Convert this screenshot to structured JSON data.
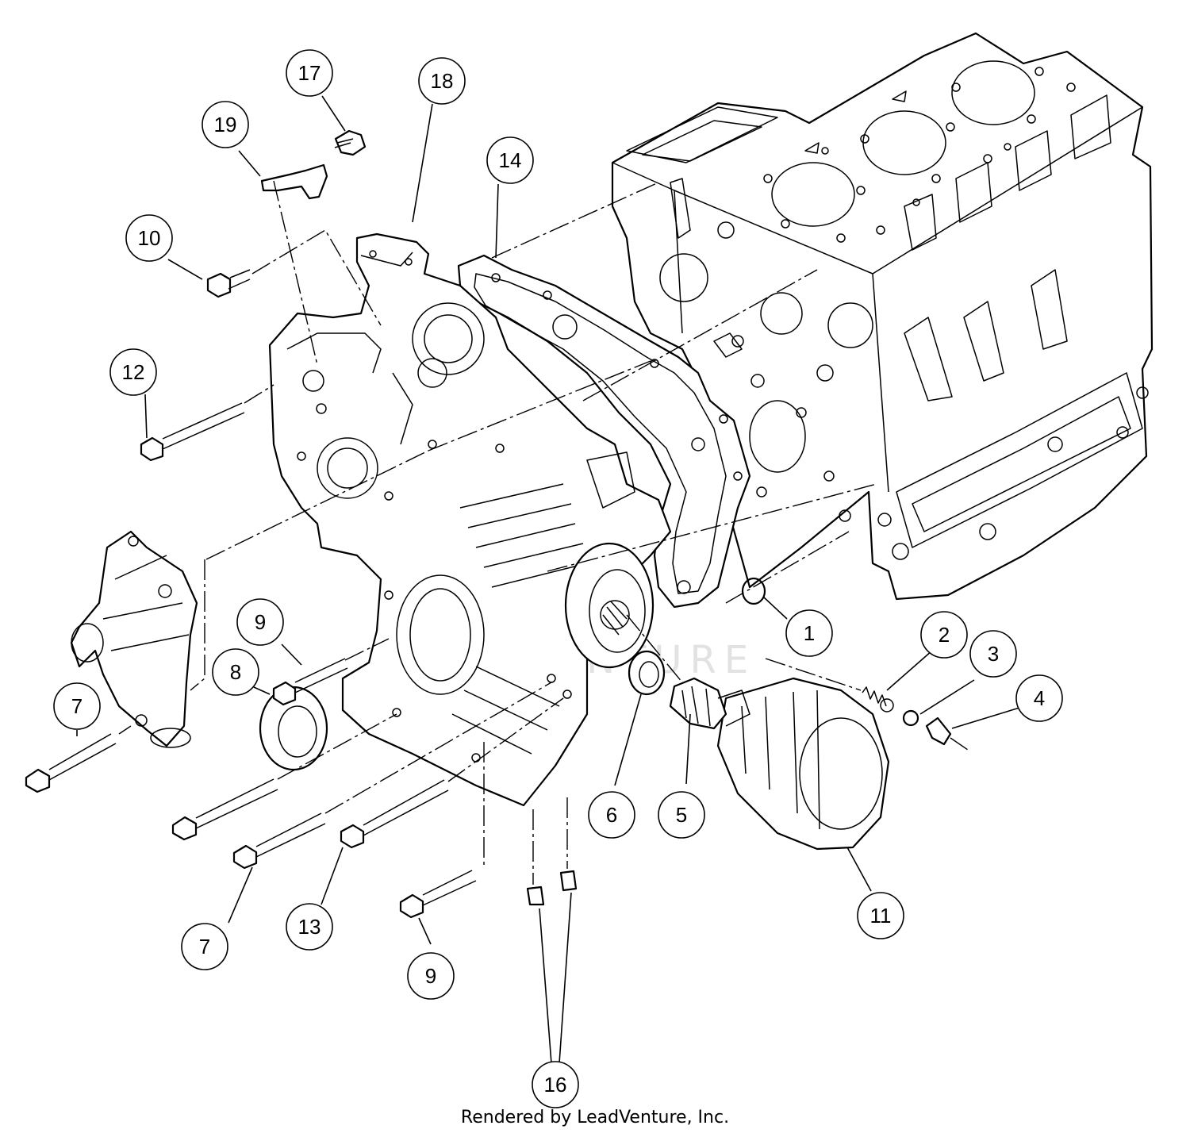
{
  "diagram": {
    "watermark": "LEADVENTURE",
    "footer": "Rendered by LeadVenture, Inc.",
    "callouts": [
      {
        "id": "c1",
        "label": "1",
        "part": "o-ring"
      },
      {
        "id": "c2",
        "label": "2",
        "part": "relief-spring"
      },
      {
        "id": "c3",
        "label": "3",
        "part": "relief-ball"
      },
      {
        "id": "c4",
        "label": "4",
        "part": "relief-plug"
      },
      {
        "id": "c5",
        "label": "5",
        "part": "filter-fitting"
      },
      {
        "id": "c6",
        "label": "6",
        "part": "filter-gasket"
      },
      {
        "id": "c7a",
        "label": "7",
        "part": "bolt"
      },
      {
        "id": "c7b",
        "label": "7",
        "part": "bolt"
      },
      {
        "id": "c8",
        "label": "8",
        "part": "oil-seal"
      },
      {
        "id": "c9a",
        "label": "9",
        "part": "bolt"
      },
      {
        "id": "c9b",
        "label": "9",
        "part": "bolt"
      },
      {
        "id": "c10",
        "label": "10",
        "part": "bolt"
      },
      {
        "id": "c11",
        "label": "11",
        "part": "oil-filter"
      },
      {
        "id": "c12",
        "label": "12",
        "part": "long-bolt"
      },
      {
        "id": "c13",
        "label": "13",
        "part": "bolt"
      },
      {
        "id": "c14",
        "label": "14",
        "part": "gasket"
      },
      {
        "id": "c16",
        "label": "16",
        "part": "plugs"
      },
      {
        "id": "c17",
        "label": "17",
        "part": "bolt"
      },
      {
        "id": "c18",
        "label": "18",
        "part": "gear-case"
      },
      {
        "id": "c19",
        "label": "19",
        "part": "bracket"
      }
    ]
  }
}
